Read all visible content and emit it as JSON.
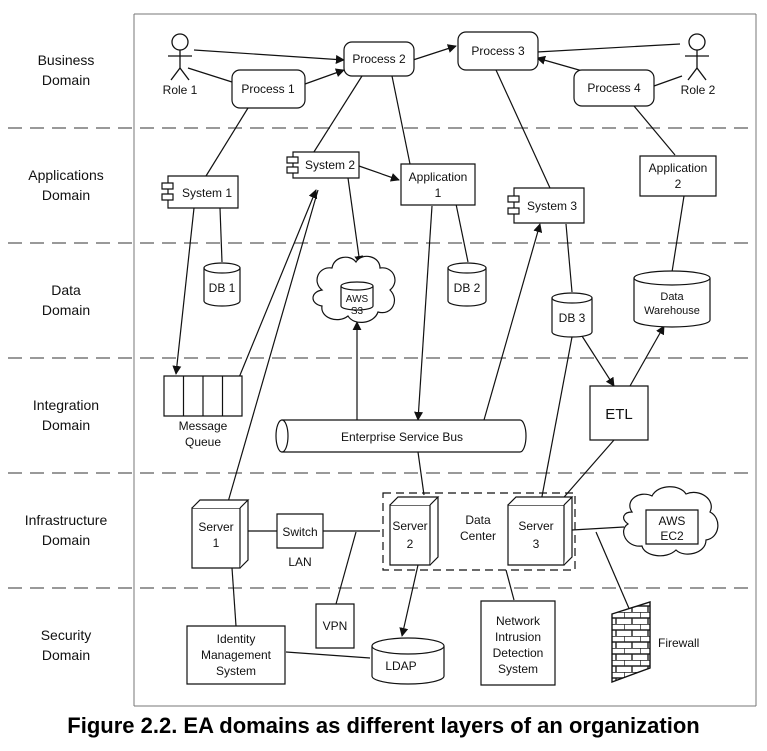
{
  "domains": [
    {
      "line1": "Business",
      "line2": "Domain"
    },
    {
      "line1": "Applications",
      "line2": "Domain"
    },
    {
      "line1": "Data",
      "line2": "Domain"
    },
    {
      "line1": "Integration",
      "line2": "Domain"
    },
    {
      "line1": "Infrastructure",
      "line2": "Domain"
    },
    {
      "line1": "Security",
      "line2": "Domain"
    }
  ],
  "business": {
    "role1": "Role 1",
    "role2": "Role 2",
    "process1": "Process 1",
    "process2": "Process 2",
    "process3": "Process 3",
    "process4": "Process 4"
  },
  "applications": {
    "system1": "System 1",
    "system2": "System 2",
    "system3": "System 3",
    "application1": {
      "line1": "Application",
      "line2": "1"
    },
    "application2": {
      "line1": "Application",
      "line2": "2"
    }
  },
  "data": {
    "db1": "DB 1",
    "db2": "DB 2",
    "db3": "DB 3",
    "aws_s3": {
      "line1": "AWS",
      "line2": "S3"
    },
    "data_warehouse": {
      "line1": "Data",
      "line2": "Warehouse"
    }
  },
  "integration": {
    "message_queue": {
      "line1": "Message",
      "line2": "Queue"
    },
    "esb": "Enterprise Service Bus",
    "etl": "ETL"
  },
  "infrastructure": {
    "server1": {
      "line1": "Server",
      "line2": "1"
    },
    "server2": {
      "line1": "Server",
      "line2": "2"
    },
    "server3": {
      "line1": "Server",
      "line2": "3"
    },
    "switch": "Switch",
    "lan": "LAN",
    "data_center": {
      "line1": "Data",
      "line2": "Center"
    },
    "aws_ec2": {
      "line1": "AWS",
      "line2": "EC2"
    }
  },
  "security": {
    "vpn": "VPN",
    "ldap": "LDAP",
    "identity_mgmt": {
      "line1": "Identity",
      "line2": "Management",
      "line3": "System"
    },
    "nids": {
      "line1": "Network",
      "line2": "Intrusion",
      "line3": "Detection",
      "line4": "System"
    },
    "firewall": "Firewall"
  },
  "caption": "Figure 2.2. EA domains as different layers of an organization"
}
